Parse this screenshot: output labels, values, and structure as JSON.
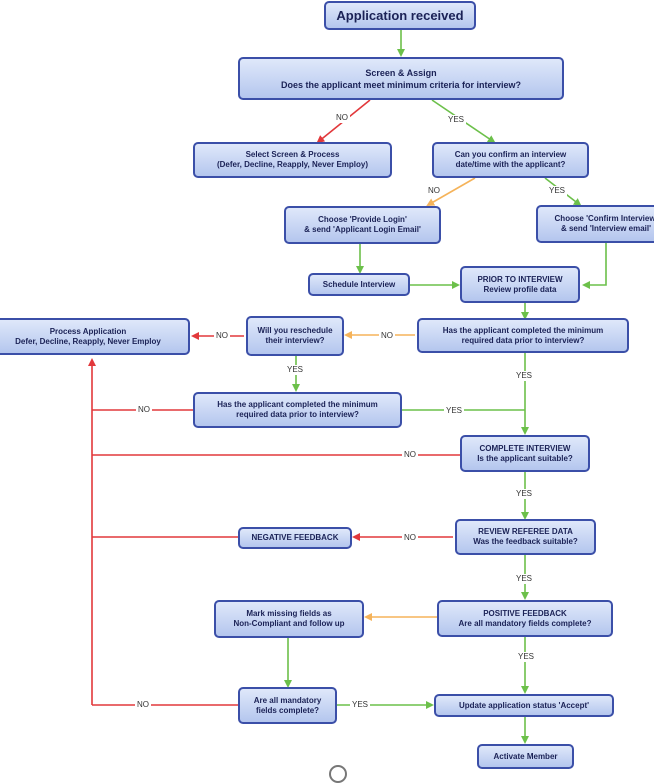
{
  "nodes": {
    "application_received": "Application received",
    "screen_assign": {
      "line1": "Screen & Assign",
      "line2": "Does the applicant meet minimum criteria for interview?"
    },
    "select_screen": {
      "line1": "Select Screen & Process",
      "line2": "(Defer, Decline, Reapply, Never Employ)"
    },
    "confirm_date": {
      "line1": "Can you confirm an interview",
      "line2": "date/time with the applicant?"
    },
    "provide_login": {
      "line1": "Choose 'Provide Login'",
      "line2": "& send 'Applicant Login Email'"
    },
    "confirm_interview": {
      "line1": "Choose 'Confirm Interview'",
      "line2": "& send 'Interview email'"
    },
    "schedule_interview": "Schedule Interview",
    "prior_to_interview": {
      "line1": "PRIOR TO INTERVIEW",
      "line2": "Review profile data"
    },
    "process_application": {
      "line1": "Process Application",
      "line2": "Defer, Decline, Reapply, Never Employ"
    },
    "reschedule": {
      "line1": "Will you reschedule",
      "line2": "their interview?"
    },
    "completed_min_right": {
      "line1": "Has the applicant completed the minimum",
      "line2": "required data prior to interview?"
    },
    "completed_min_left": {
      "line1": "Has the applicant completed the minimum",
      "line2": "required data prior to interview?"
    },
    "complete_interview": {
      "line1": "COMPLETE INTERVIEW",
      "line2": "Is the applicant suitable?"
    },
    "negative_feedback": "NEGATIVE FEEDBACK",
    "review_referee": {
      "line1": "REVIEW REFEREE DATA",
      "line2": "Was the feedback suitable?"
    },
    "mark_missing": {
      "line1": "Mark missing fields as",
      "line2": "Non-Compliant and follow up"
    },
    "positive_feedback": {
      "line1": "POSITIVE FEEDBACK",
      "line2": "Are all mandatory fields complete?"
    },
    "all_mandatory": {
      "line1": "Are all mandatory",
      "line2": "fields complete?"
    },
    "update_status": "Update application status 'Accept'",
    "activate_member": "Activate Member"
  },
  "edge_labels": {
    "yes": "YES",
    "no": "NO"
  },
  "colors": {
    "yes": "#6cc04a",
    "no": "#e2383b",
    "neutral": "#f5b35a",
    "node_border": "#3b4fa8"
  }
}
